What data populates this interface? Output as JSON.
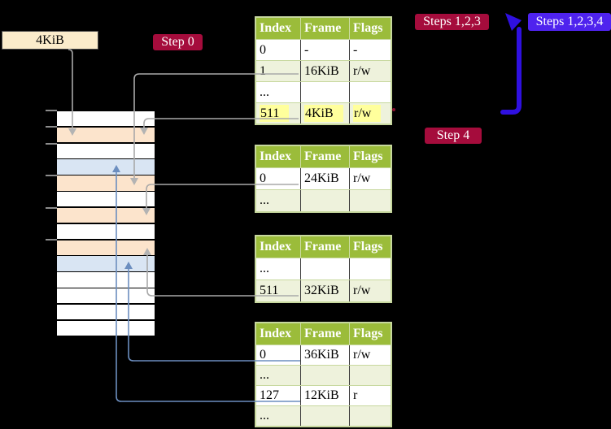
{
  "labels": {
    "page_size_box": "4KiB",
    "step0_badge": "Step 0",
    "steps123_badge": "Steps 1,2,3",
    "steps1234_badge": "Steps 1,2,3,4",
    "step4_badge": "Step 4"
  },
  "page_tables": [
    {
      "id": "page-table-1",
      "headers": [
        "Index",
        "Frame",
        "Flags"
      ],
      "rows": [
        {
          "cells": [
            "0",
            "-",
            "-"
          ],
          "highlight": false
        },
        {
          "cells": [
            "1",
            "16KiB",
            "r/w"
          ],
          "highlight": false
        },
        {
          "cells": [
            "...",
            "",
            ""
          ],
          "highlight": false
        },
        {
          "cells": [
            "511",
            "4KiB",
            "r/w"
          ],
          "highlight": true
        }
      ]
    },
    {
      "id": "page-table-2",
      "headers": [
        "Index",
        "Frame",
        "Flags"
      ],
      "rows": [
        {
          "cells": [
            "0",
            "24KiB",
            "r/w"
          ],
          "highlight": false
        },
        {
          "cells": [
            "...",
            "",
            ""
          ],
          "highlight": false
        }
      ]
    },
    {
      "id": "page-table-3",
      "headers": [
        "Index",
        "Frame",
        "Flags"
      ],
      "rows": [
        {
          "cells": [
            "...",
            "",
            ""
          ],
          "highlight": false
        },
        {
          "cells": [
            "511",
            "32KiB",
            "r/w"
          ],
          "highlight": false
        }
      ]
    },
    {
      "id": "page-table-4",
      "headers": [
        "Index",
        "Frame",
        "Flags"
      ],
      "rows": [
        {
          "cells": [
            "0",
            "36KiB",
            "r/w"
          ],
          "highlight": false
        },
        {
          "cells": [
            "...",
            "",
            ""
          ],
          "highlight": false
        },
        {
          "cells": [
            "127",
            "12KiB",
            "r"
          ],
          "highlight": false
        },
        {
          "cells": [
            "...",
            "",
            ""
          ],
          "highlight": false
        }
      ]
    }
  ],
  "memory_stack": {
    "rows": [
      "white",
      "peach",
      "white",
      "blue",
      "peach",
      "white",
      "peach",
      "white",
      "peach",
      "blue",
      "white",
      "white",
      "white",
      "white"
    ]
  },
  "colors": {
    "badge_red": "#a50c3c",
    "badge_blue": "#4f23ee",
    "loop_arrow_blue": "#2f10e0",
    "connector_gray": "#a9a9a9",
    "connector_blue": "#6c8ebf",
    "table_header_green": "#9bbc3a",
    "table_border_light": "#c7d89e",
    "table_row_alt": "#eef2dc",
    "highlight_yellow": "#ffff9c",
    "frame_peach": "#fce4cc",
    "frame_light_blue": "#d9e5f3",
    "label_wheat": "#fbeccb",
    "tick_gray": "#8c8c8c",
    "dot_red": "#8c1030"
  }
}
